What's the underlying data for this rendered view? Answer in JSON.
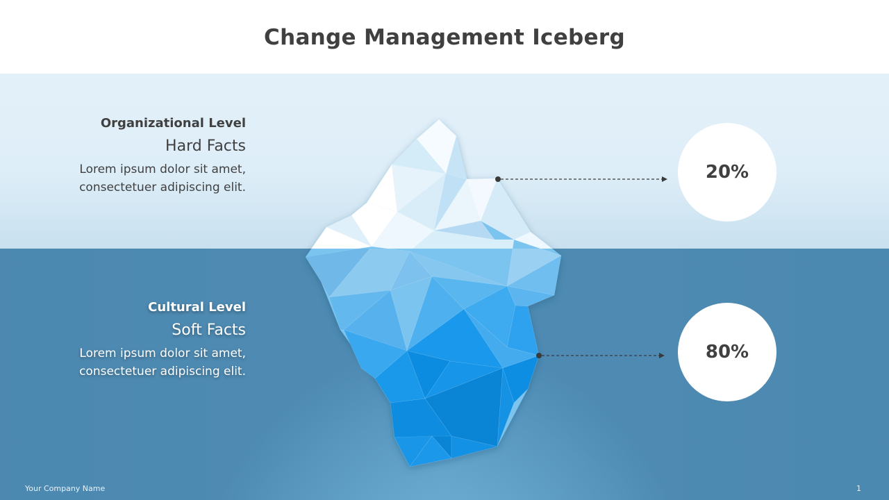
{
  "slide": {
    "title": "Change Management Iceberg",
    "page_number": "1",
    "footer_company": "Your Company  Name"
  },
  "organizational": {
    "level": "Organizational Level",
    "facts": "Hard Facts",
    "desc_line1": "Lorem ipsum dolor sit amet,",
    "desc_line2": "consectetuer  adipiscing elit.",
    "percent": "20%"
  },
  "cultural": {
    "level": "Cultural Level",
    "facts": "Soft Facts",
    "desc_line1": "Lorem ipsum dolor sit amet,",
    "desc_line2": "consectetuer  adipiscing elit.",
    "percent": "80%"
  },
  "colors": {
    "title_text": "#404040",
    "sky_top": "#e2f0f9",
    "sky_bottom": "#c8e0ef",
    "water_center": "#78b5d9",
    "water_edge": "#4f8bb3",
    "ice_above": "#f4faff",
    "ice_below": "#1c9cf0",
    "pointer": "#3a3a3a"
  },
  "icons": {
    "iceberg": "iceberg-graphic",
    "pointer_top": "dashed-arrow",
    "pointer_bottom": "dashed-arrow"
  }
}
